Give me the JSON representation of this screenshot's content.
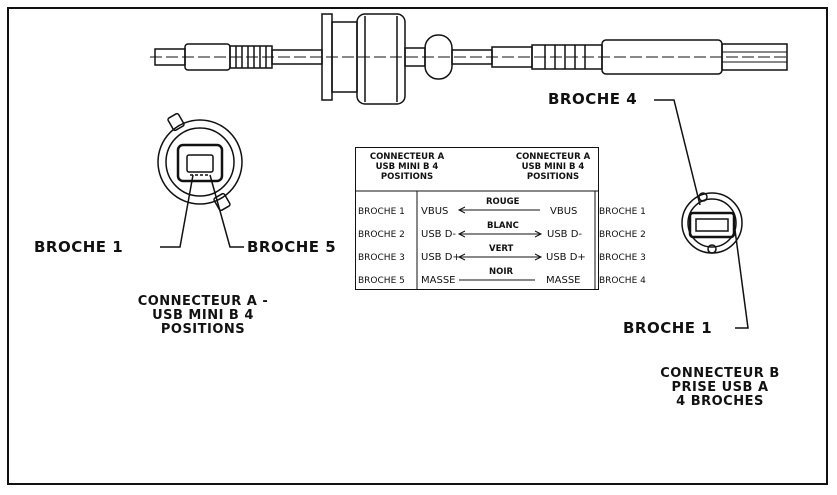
{
  "labels": {
    "pin4_top": "BROCHE 4",
    "pin1_left": "BROCHE 1",
    "pin5_left": "BROCHE 5",
    "pin1_right": "BROCHE 1"
  },
  "captions": {
    "connector_a": [
      "CONNECTEUR A -",
      "USB MINI B 4",
      "POSITIONS"
    ],
    "connector_b": [
      "CONNECTEUR B",
      "PRISE USB A",
      "4 BROCHES"
    ]
  },
  "wiring_table": {
    "header_left": [
      "CONNECTEUR A",
      "USB MINI B 4",
      "POSITIONS"
    ],
    "header_right": [
      "CONNECTEUR A",
      "USB MINI B 4",
      "POSITIONS"
    ],
    "rows": [
      {
        "pin_left": "BROCHE 1",
        "signal_left": "VBUS",
        "wire": "ROUGE",
        "signal_right": "VBUS",
        "pin_right": "BROCHE 1"
      },
      {
        "pin_left": "BROCHE 2",
        "signal_left": "USB D-",
        "wire": "BLANC",
        "signal_right": "USB D-",
        "pin_right": "BROCHE 2"
      },
      {
        "pin_left": "BROCHE 3",
        "signal_left": "USB D+",
        "wire": "VERT",
        "signal_right": "USB D+",
        "pin_right": "BROCHE 3"
      },
      {
        "pin_left": "BROCHE 5",
        "signal_left": "MASSE",
        "wire": "NOIR",
        "signal_right": "MASSE",
        "pin_right": "BROCHE 4"
      }
    ]
  }
}
